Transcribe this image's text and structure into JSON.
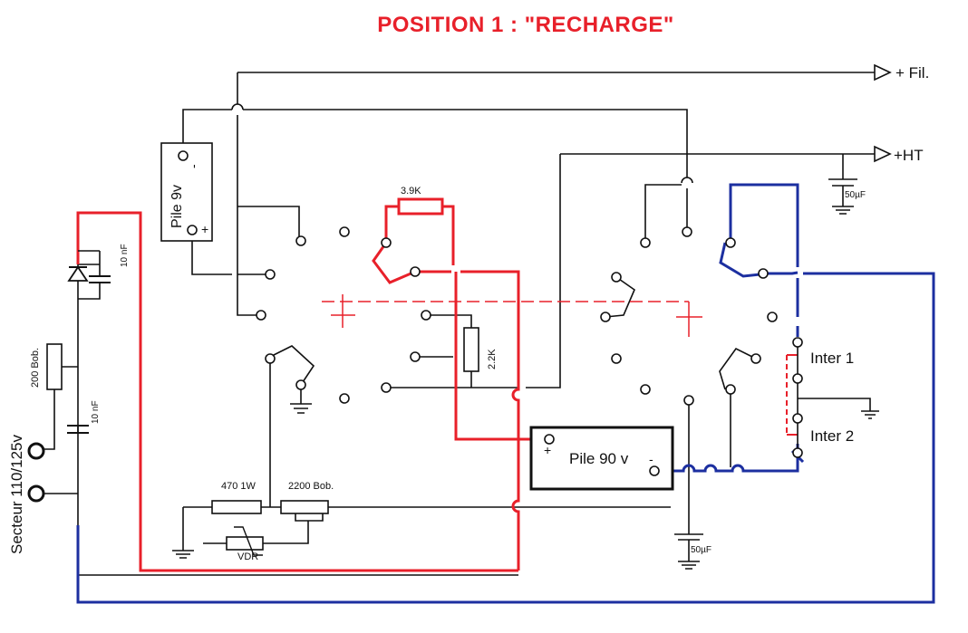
{
  "title": "POSITION 1 : \"RECHARGE\"",
  "colors": {
    "title": "#e8202a",
    "red_wire": "#e8202a",
    "blue_wire": "#1c2fa0",
    "black_wire": "#111111"
  },
  "labels": {
    "fil": "+ Fil.",
    "ht": "+HT",
    "cap_50_top": "50µF",
    "cap_50_bottom": "50µF",
    "pile_9v": "Pile 9v",
    "pile_9v_minus": "-",
    "pile_9v_plus": "+",
    "r_3_9k": "3.9K",
    "r_2_2k": "2.2K",
    "pile_90v": "Pile 90 v",
    "pile_90v_plus": "+",
    "pile_90v_minus": "-",
    "inter_1": "Inter 1",
    "inter_2": "Inter 2",
    "r_470": "470 1W",
    "bob_2200": "2200 Bob.",
    "vdr": "VDR",
    "cap_10nf_top": "10 nF",
    "cap_10nf_bottom": "10 nF",
    "bob_200": "200 Bob.",
    "secteur": "Secteur 110/125v"
  }
}
